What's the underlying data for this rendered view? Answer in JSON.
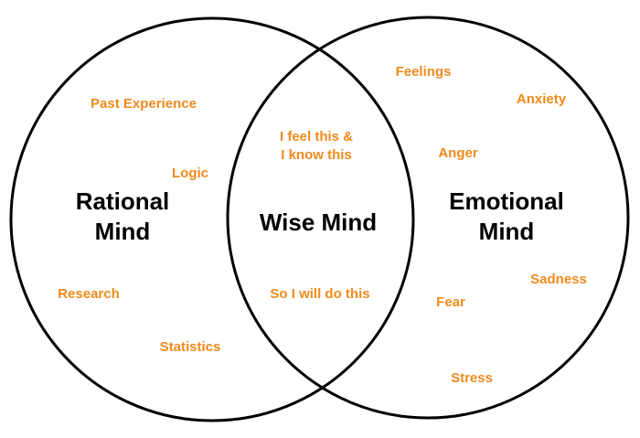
{
  "colors": {
    "outline": "#000000",
    "heading": "#000000",
    "term": "#f08a1c",
    "background": "#ffffff"
  },
  "rational": {
    "title_line1": "Rational",
    "title_line2": "Mind",
    "terms": {
      "past_experience": "Past Experience",
      "logic": "Logic",
      "research": "Research",
      "statistics": "Statistics"
    }
  },
  "wise": {
    "title": "Wise Mind",
    "terms": {
      "feel_line1": "I feel this &",
      "feel_line2": "I know this",
      "do_this": "So I will do this"
    }
  },
  "emotional": {
    "title_line1": "Emotional",
    "title_line2": "Mind",
    "terms": {
      "feelings": "Feelings",
      "anxiety": "Anxiety",
      "anger": "Anger",
      "sadness": "Sadness",
      "fear": "Fear",
      "stress": "Stress"
    }
  }
}
